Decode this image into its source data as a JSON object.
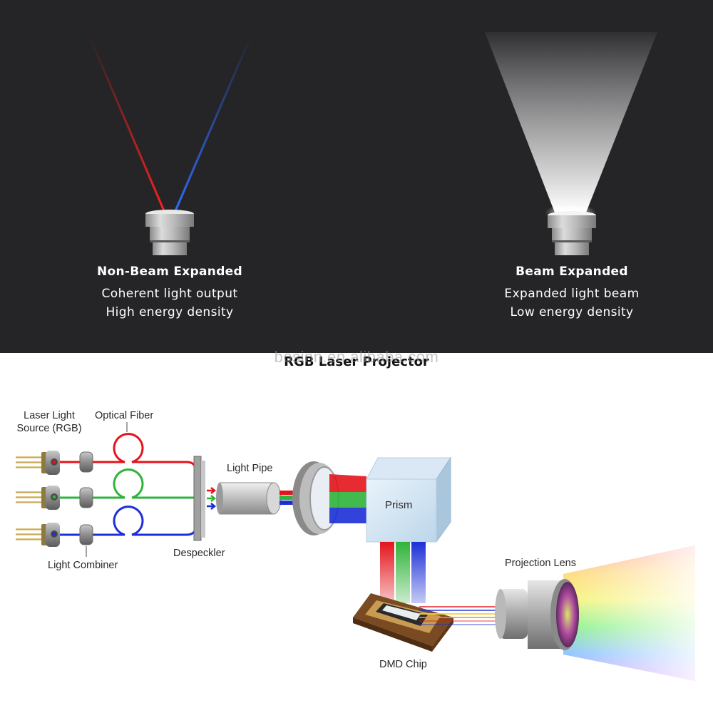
{
  "top": {
    "left": {
      "title": "Non-Beam Expanded",
      "line1": "Coherent light output",
      "line2": "High energy density"
    },
    "right": {
      "title": "Beam Expanded",
      "line1": "Expanded light beam",
      "line2": "Low energy density"
    }
  },
  "watermark": "bosinn.en.alibaba.com",
  "diagram": {
    "title": "RGB Laser Projector",
    "labels": {
      "laser_source_line1": "Laser Light",
      "laser_source_line2": "Source (RGB)",
      "optical_fiber": "Optical Fiber",
      "light_pipe": "Light Pipe",
      "prism": "Prism",
      "despeckler": "Despeckler",
      "light_combiner": "Light Combiner",
      "projection_lens": "Projection Lens",
      "dmd_chip": "DMD Chip"
    }
  },
  "colors": {
    "red": "#e3141c",
    "green": "#2fb33a",
    "blue": "#1b2fd6",
    "dark_bg": "#252427"
  }
}
